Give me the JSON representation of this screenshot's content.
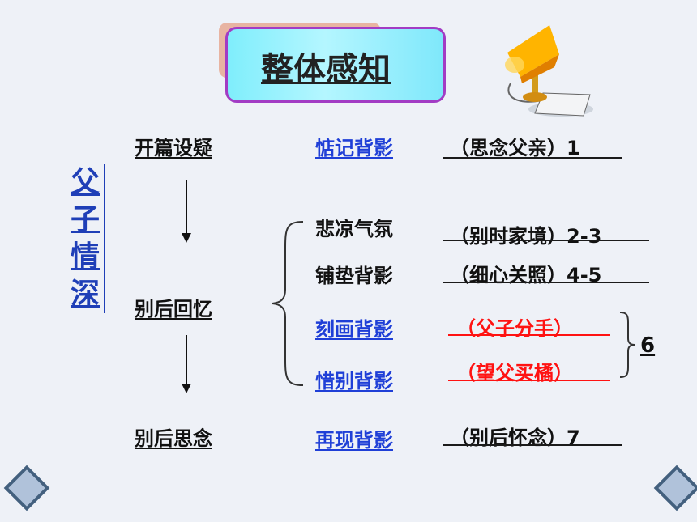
{
  "title": "整体感知",
  "side_title_chars": [
    "父",
    "子",
    "情",
    "深"
  ],
  "left_column": {
    "start": "开篇设疑",
    "middle": "别后回忆",
    "end": "别后思念"
  },
  "rows": [
    {
      "topic": "惦记背影",
      "detail": "（思念父亲）1"
    },
    {
      "topic": "悲凉气氛",
      "detail": "（别时家境）2-3"
    },
    {
      "topic": "铺垫背影",
      "detail": "（细心关照）4-5"
    },
    {
      "topic": "刻画背影",
      "detail": "（父子分手）"
    },
    {
      "topic": "惜别背影",
      "detail": "（望父买橘）"
    },
    {
      "topic": "再现背影",
      "detail": "（别后怀念）7"
    }
  ],
  "bracket_number": "6",
  "colors": {
    "blue_link": "#1f3fd7",
    "side_title": "#1f3fb7",
    "highlight_red": "#ff1212",
    "title_border": "#a23cc4",
    "title_fill": "#7feefc"
  },
  "icons": [
    "lamp-icon",
    "prev-diamond-icon",
    "next-diamond-icon"
  ]
}
